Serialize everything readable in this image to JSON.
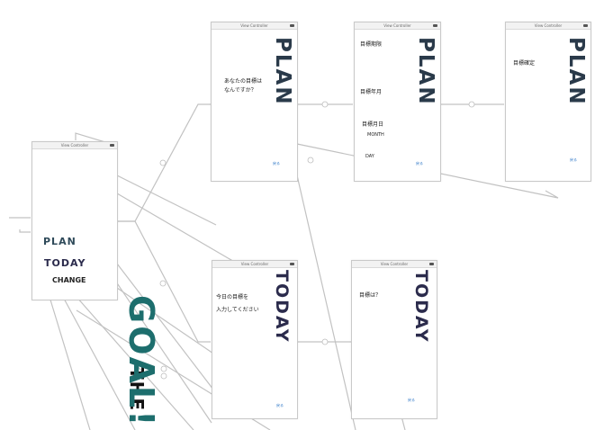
{
  "colors": {
    "connector": "#c2c2c2",
    "plan": "#2a3a4a",
    "today": "#2b2b4c",
    "goal": "#1d6e6d",
    "accent": "#e69b2a",
    "link": "#2a74c6"
  },
  "scenes": {
    "main": {
      "title": "View Controller",
      "the_label": "THE",
      "goal_label": "GOAL!",
      "plan_label": "PLAN",
      "today_label": "TODAY",
      "change_label": "CHANGE"
    },
    "plan1": {
      "title": "View Controller",
      "plan_label": "PLAN",
      "line1": "あなたの目標は",
      "line2": "なんですか？",
      "link": "戻る"
    },
    "plan2": {
      "title": "View Controller",
      "plan_label": "PLAN",
      "line1": "目標期限",
      "line2": "目標年月",
      "line3": "目標月日",
      "month": "MONTH",
      "day": "DAY",
      "link": "戻る"
    },
    "plan3": {
      "title": "View Controller",
      "plan_label": "PLAN",
      "line1": "目標確定",
      "link": "戻る"
    },
    "today1": {
      "title": "View Controller",
      "today_label": "TODAY",
      "line1": "今日の目標を",
      "line2": "入力してください",
      "link": "戻る"
    },
    "today2": {
      "title": "View Controller",
      "today_label": "TODAY",
      "line1": "目標は？",
      "link": "戻る"
    }
  }
}
